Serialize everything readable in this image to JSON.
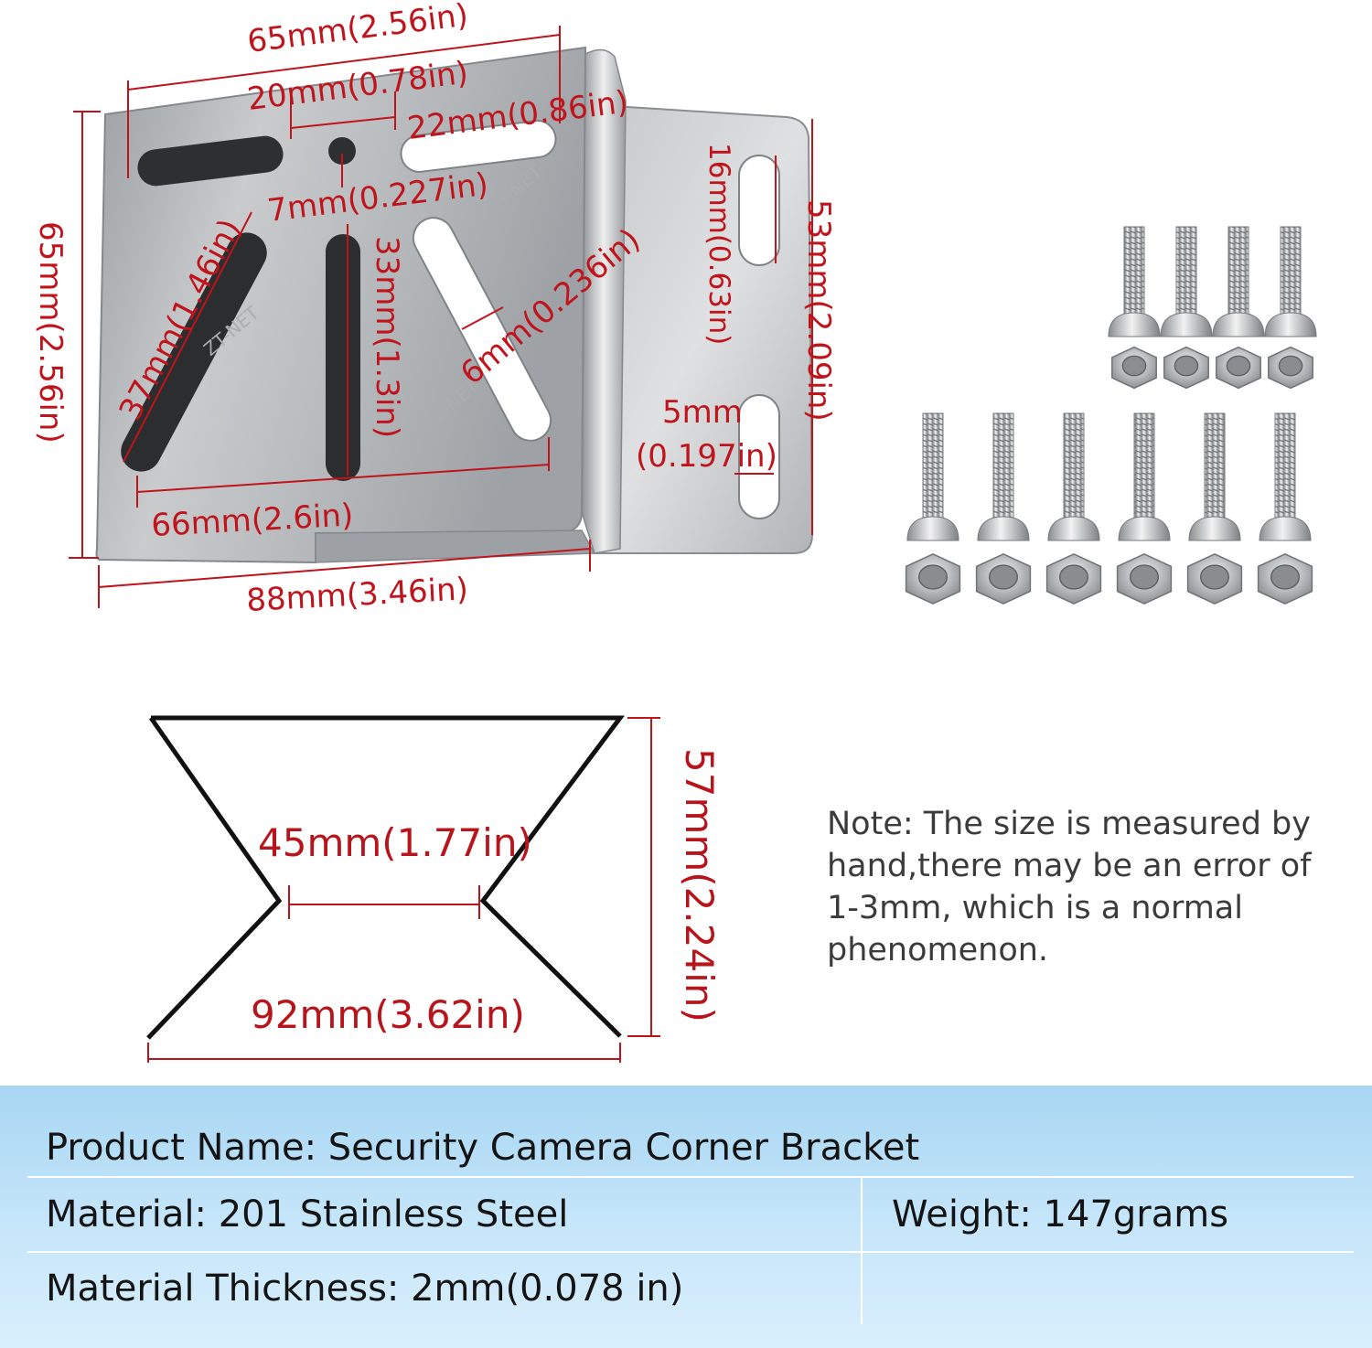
{
  "dimensions": {
    "top_width": "65mm(2.56in)",
    "hole_spacing": "20mm(0.78in)",
    "slot_length_top": "22mm(0.86in)",
    "hole_diameter": "7mm(0.227in)",
    "left_slot": "37mm(1.46in)",
    "center_slot": "33mm(1.3in)",
    "slot_width": "6mm(0.236in)",
    "bottom_span": "66mm(2.6in)",
    "total_width": "88mm(3.46in)",
    "left_height": "65mm(2.56in)",
    "right_slot_length": "16mm(0.63in)",
    "right_height": "53mm(2.09in)",
    "right_slot_width_mm": "5mm",
    "right_slot_width_in": "(0.197in)",
    "profile_inner": "45mm(1.77in)",
    "profile_outer": "92mm(3.62in)",
    "profile_height": "57mm(2.24in)"
  },
  "watermark": "ZT-NET",
  "note": {
    "line1": "Note: The size is measured by",
    "line2": "hand,there may be an error of",
    "line3": "1-3mm, which is a normal",
    "line4": "phenomenon."
  },
  "specs": {
    "product_name": "Product Name: Security Camera Corner Bracket",
    "material": "Material: 201 Stainless Steel",
    "weight": "Weight: 147grams",
    "thickness": "Material Thickness: 2mm(0.078 in)"
  },
  "hardware": {
    "short_bolts": 4,
    "long_bolts": 6,
    "nuts": 10
  },
  "colors": {
    "dimension_red": "#c0141c",
    "steel": "#b9bcbf",
    "panel_blue": "#b8def6"
  }
}
